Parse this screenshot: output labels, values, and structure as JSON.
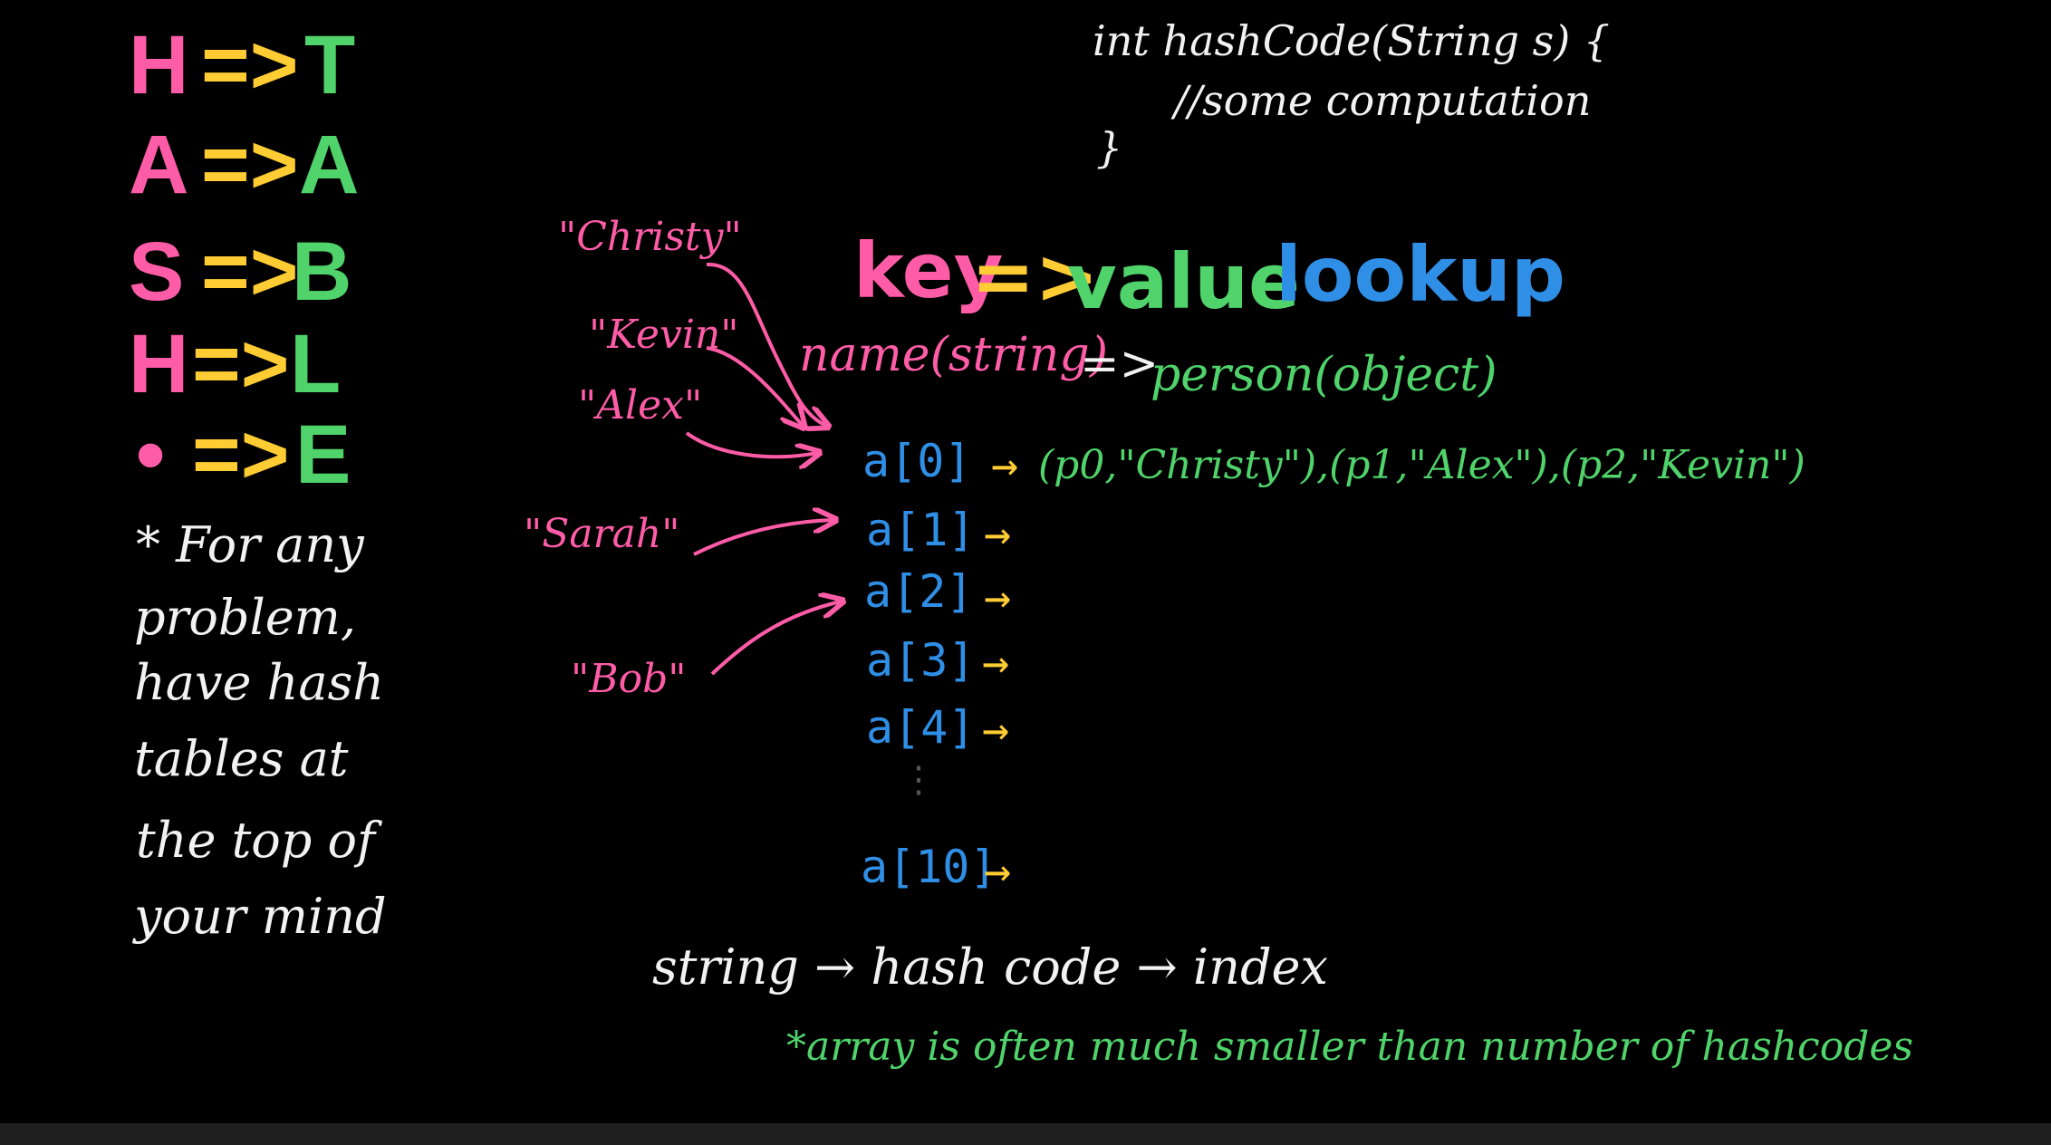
{
  "mnemonic": {
    "rows": [
      {
        "left": "H",
        "arrow": "=>",
        "right": "T"
      },
      {
        "left": "A",
        "arrow": "=>",
        "right": "A"
      },
      {
        "left": "S",
        "arrow": "=>",
        "right": "B"
      },
      {
        "left": "H",
        "arrow": "=>",
        "right": "L"
      },
      {
        "left": "•",
        "arrow": "=>",
        "right": "E"
      }
    ]
  },
  "note": {
    "lines": [
      "* For any",
      "problem,",
      "have hash",
      "tables at",
      "the top of",
      "your mind"
    ]
  },
  "code": {
    "line1": "int hashCode(String s) {",
    "line2": "//some computation",
    "line3": "}"
  },
  "heading": {
    "key": "key",
    "arrow": "=>",
    "value": "value",
    "lookup": "lookup"
  },
  "mapping": {
    "name": "name(string)",
    "arrow": "=>",
    "person": "person(object)"
  },
  "names": [
    "\"Christy\"",
    "\"Kevin\"",
    "\"Alex\"",
    "\"Sarah\"",
    "\"Bob\""
  ],
  "slots": [
    "a[0]",
    "a[1]",
    "a[2]",
    "a[3]",
    "a[4]",
    "a[10]"
  ],
  "slot_arrow": "→",
  "slot0_entries": "(p0,\"Christy\"),(p1,\"Alex\"),(p2,\"Kevin\")",
  "ellipsis": "⋮",
  "flow": "string → hash code → index",
  "footnote": "*array is often much smaller than number of hashcodes",
  "colors": {
    "pink": "#ff5ca8",
    "yellow": "#ffcc33",
    "green": "#4fd36a",
    "blue": "#2f8fe6",
    "white": "#f2f2f2"
  }
}
